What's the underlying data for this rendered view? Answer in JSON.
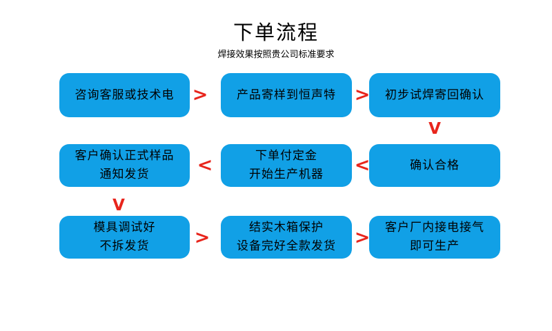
{
  "header": {
    "title": "下单流程",
    "subtitle": "焊接效果按照贵公司标准要求"
  },
  "colors": {
    "box_fill": "#11a0e6",
    "box_text": "#000000",
    "arrow": "#e8251c",
    "background": "#ffffff"
  },
  "nodes": [
    {
      "id": "node-1",
      "row": 1,
      "col": 1,
      "lines": [
        "咨询客服或技术电"
      ]
    },
    {
      "id": "node-2",
      "row": 1,
      "col": 2,
      "lines": [
        "产品寄样到恒声特"
      ]
    },
    {
      "id": "node-3",
      "row": 1,
      "col": 3,
      "lines": [
        "初步试焊寄回确认"
      ]
    },
    {
      "id": "node-4",
      "row": 2,
      "col": 1,
      "lines": [
        "客户确认正式样品",
        "通知发货"
      ]
    },
    {
      "id": "node-5",
      "row": 2,
      "col": 2,
      "lines": [
        "下单付定金",
        "开始生产机器"
      ]
    },
    {
      "id": "node-6",
      "row": 2,
      "col": 3,
      "lines": [
        "确认合格"
      ]
    },
    {
      "id": "node-7",
      "row": 3,
      "col": 1,
      "lines": [
        "模具调试好",
        "不拆发货"
      ]
    },
    {
      "id": "node-8",
      "row": 3,
      "col": 2,
      "lines": [
        "结实木箱保护",
        "设备完好全款发货"
      ]
    },
    {
      "id": "node-9",
      "row": 3,
      "col": 3,
      "lines": [
        "客户厂内接电接气",
        "即可生产"
      ]
    }
  ],
  "arrows": [
    {
      "id": "arrow-r1-a",
      "glyph": ">",
      "direction": "right",
      "from": "node-1",
      "to": "node-2"
    },
    {
      "id": "arrow-r1-b",
      "glyph": ">",
      "direction": "right",
      "from": "node-2",
      "to": "node-3"
    },
    {
      "id": "arrow-down-right",
      "glyph": "V",
      "direction": "down",
      "from": "node-3",
      "to": "node-6"
    },
    {
      "id": "arrow-r2-a",
      "glyph": "<",
      "direction": "left",
      "from": "node-6",
      "to": "node-5"
    },
    {
      "id": "arrow-r2-b",
      "glyph": "<",
      "direction": "left",
      "from": "node-5",
      "to": "node-4"
    },
    {
      "id": "arrow-down-left",
      "glyph": "V",
      "direction": "down",
      "from": "node-4",
      "to": "node-7"
    },
    {
      "id": "arrow-r3-a",
      "glyph": ">",
      "direction": "right",
      "from": "node-7",
      "to": "node-8"
    },
    {
      "id": "arrow-r3-b",
      "glyph": ">",
      "direction": "right",
      "from": "node-8",
      "to": "node-9"
    }
  ]
}
